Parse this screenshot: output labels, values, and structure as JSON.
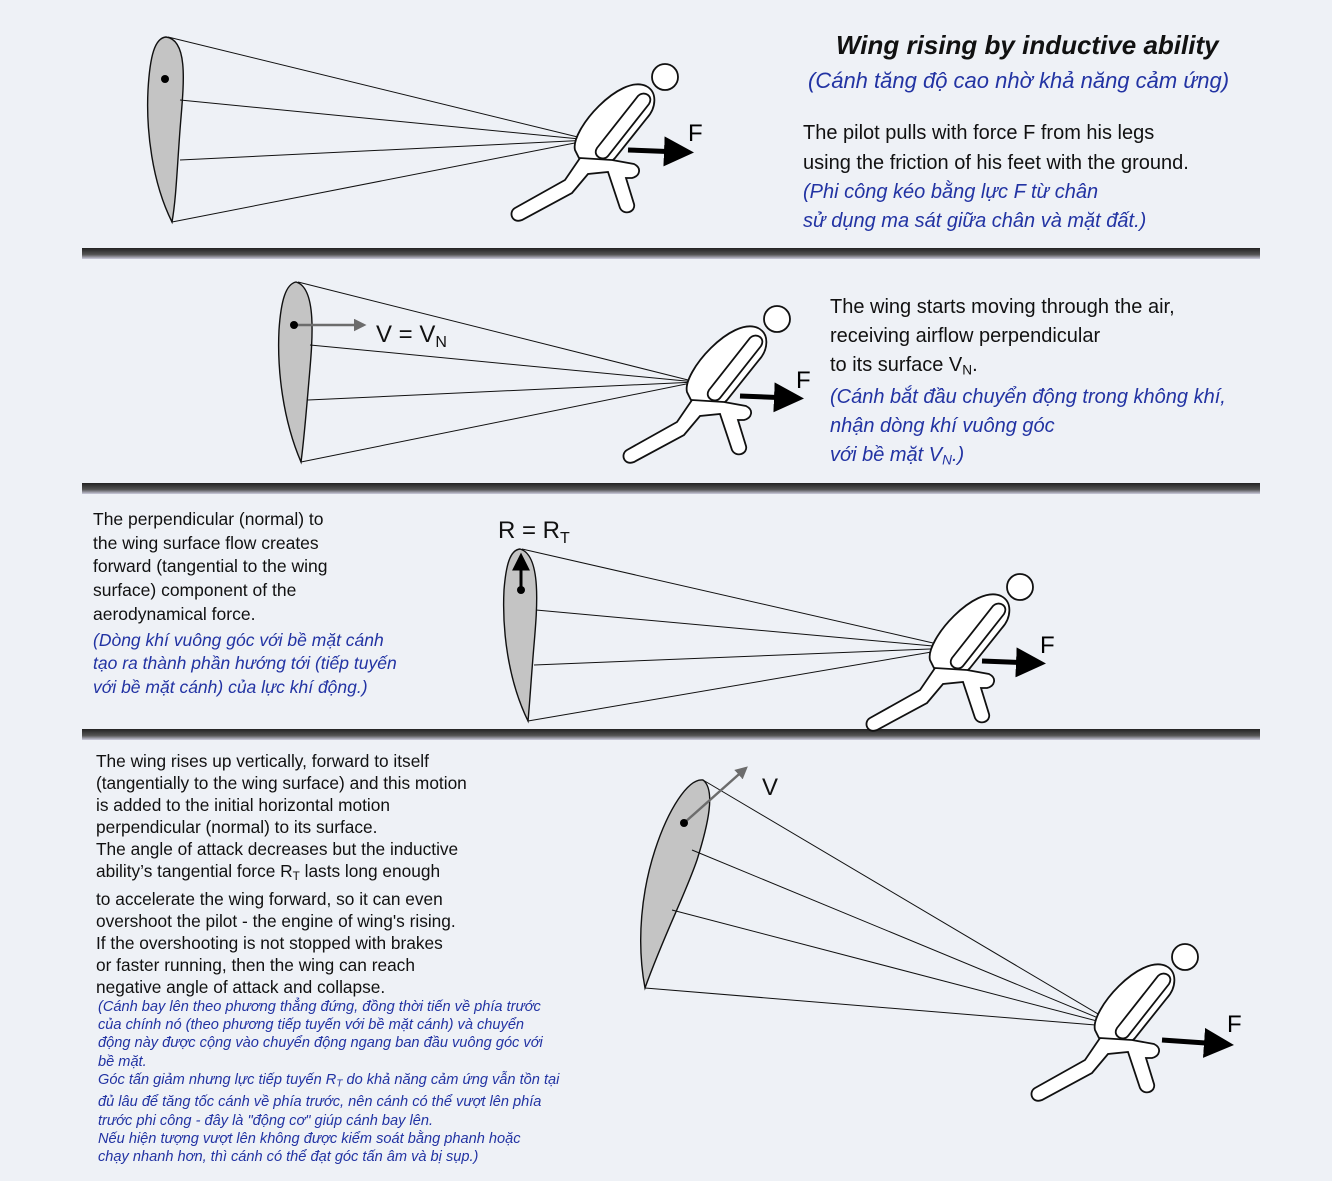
{
  "title": "Wing rising by inductive ability",
  "subtitle": "(Cánh tăng độ cao nhờ khả năng cảm ứng)",
  "panel1": {
    "en_lines": [
      "The pilot pulls with force F from his legs",
      "using the friction of his feet with the ground."
    ],
    "vi_lines": [
      "(Phi công kéo bằng lực F từ chân",
      "sử dụng ma sát giữa chân và mặt đất.)"
    ],
    "force_label": "F"
  },
  "panel2": {
    "en_line1": "The wing starts moving through the air,",
    "en_line2": "receiving airflow perpendicular",
    "en_line3_prefix": "to its surface V",
    "en_line3_sub": "N",
    "en_line3_suffix": ".",
    "vi_line1": "(Cánh bắt đầu chuyển động trong không khí,",
    "vi_line2": "nhận dòng khí vuông góc",
    "vi_line3_prefix": "với bề mặt V",
    "vi_line3_sub": "N",
    "vi_line3_suffix": ".)",
    "velocity_label_prefix": "V = V",
    "velocity_label_sub": "N",
    "force_label": "F"
  },
  "panel3": {
    "en_lines": [
      "The perpendicular (normal) to",
      "the wing surface flow creates",
      "forward (tangential to the wing",
      "surface) component of the",
      "aerodynamical force."
    ],
    "vi_lines": [
      "(Dòng khí vuông góc với bề mặt cánh",
      "tạo ra thành phần hướng tới (tiếp tuyến",
      "với bề mặt cánh) của lực khí động.)"
    ],
    "resultant_label_prefix": "R = R",
    "resultant_label_sub": "T",
    "force_label": "F"
  },
  "panel4": {
    "en_lines_a": [
      "The wing rises up vertically, forward to itself",
      "(tangentially to the wing surface) and this motion",
      "is added to the initial horizontal motion",
      "perpendicular (normal) to its surface.",
      "The angle of attack decreases but the inductive"
    ],
    "en_rt_prefix": "ability’s tangential force R",
    "en_rt_sub": "T",
    "en_rt_suffix": " lasts long enough",
    "en_lines_b": [
      "to accelerate the wing forward, so it can even",
      "overshoot the pilot - the engine of wing's rising.",
      "If the overshooting is not stopped with brakes",
      "or faster running, then the wing can reach",
      "negative angle of attack and collapse."
    ],
    "vi_lines_a": [
      "(Cánh bay lên theo phương thẳng đứng, đồng thời tiến về phía trước",
      "của chính nó (theo phương tiếp tuyến với bề mặt cánh) và chuyển",
      "động này được cộng vào chuyển động ngang ban đầu vuông góc với",
      "bề mặt."
    ],
    "vi_rt_prefix": "Góc tấn giảm nhưng lực tiếp tuyến R",
    "vi_rt_sub": "T",
    "vi_rt_suffix": " do khả năng cảm ứng vẫn tồn tại",
    "vi_lines_b": [
      "đủ lâu để tăng tốc cánh về phía trước, nên cánh có thể vượt lên phía",
      "trước phi công - đây là \"động cơ\" giúp cánh bay lên.",
      "Nếu hiện tượng vượt lên không được kiểm soát bằng phanh hoặc",
      "chạy nhanh hơn, thì cánh có thể đạt góc tấn âm và bị sụp.)"
    ],
    "velocity_label": "V",
    "force_label": "F"
  },
  "colors": {
    "english_text": "#111111",
    "vietnamese_text": "#2233a3",
    "wing_fill": "#c4c4c4",
    "divider": "#3a3a3a"
  }
}
